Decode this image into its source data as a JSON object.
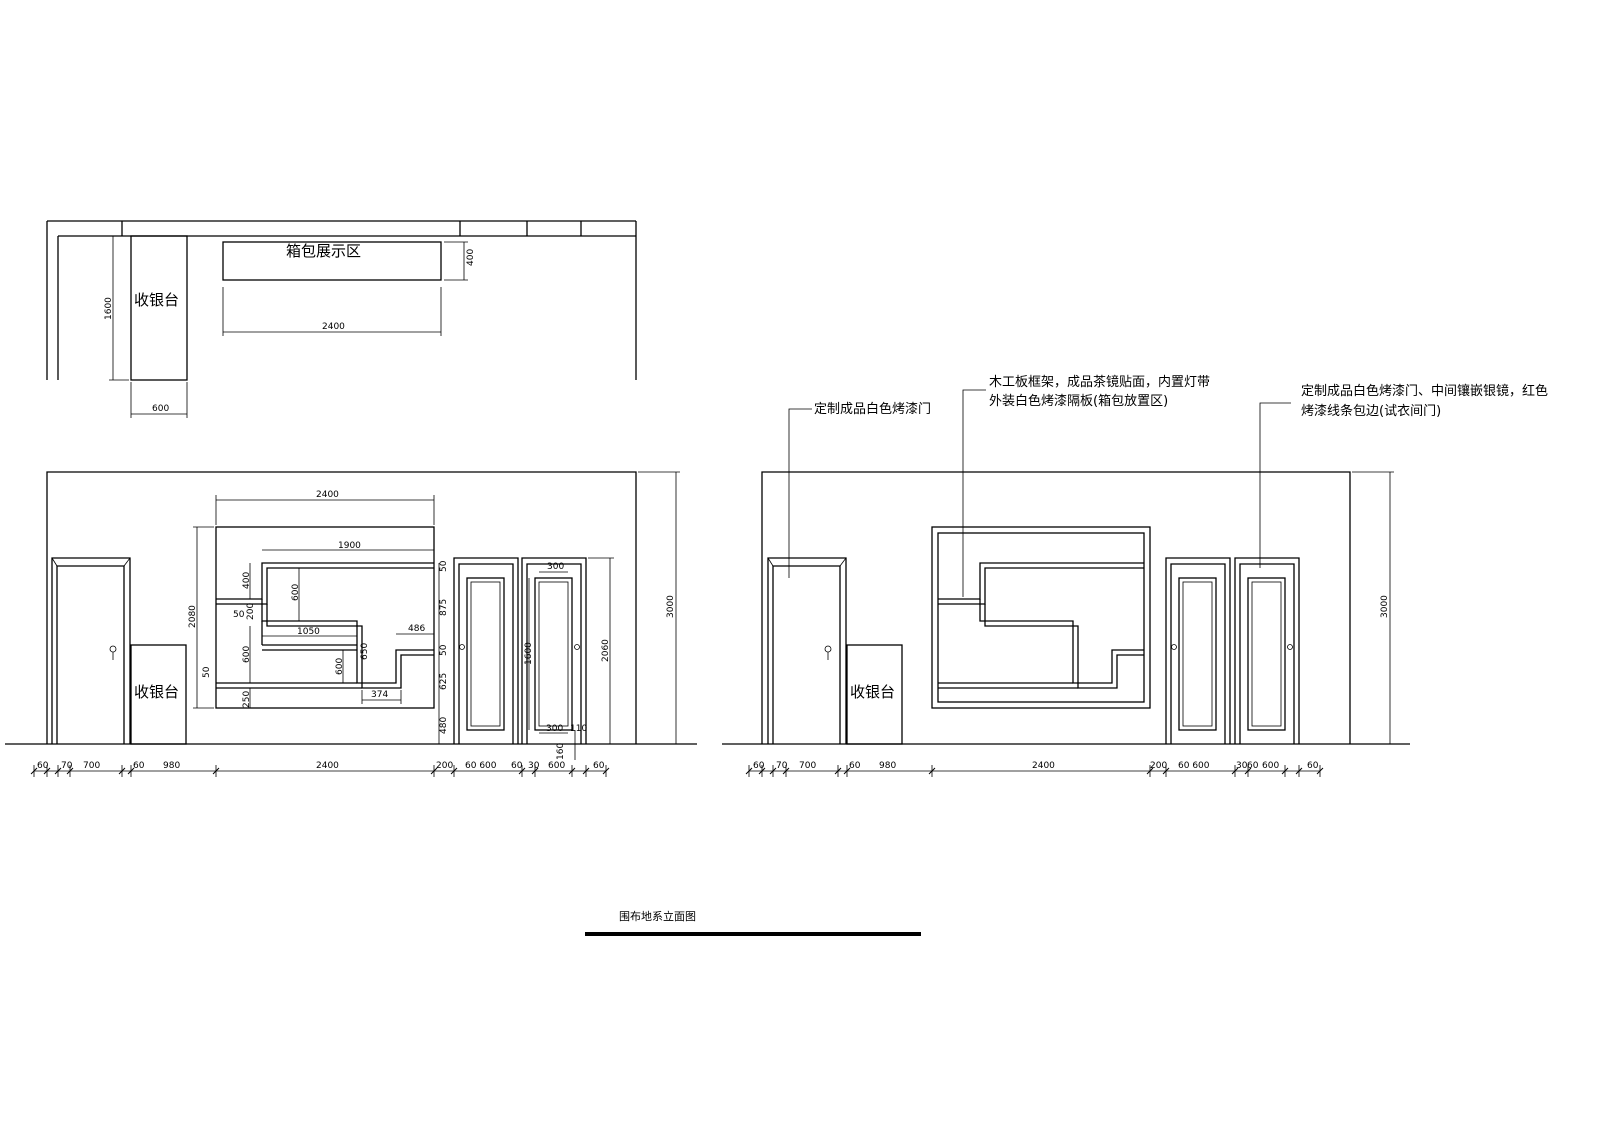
{
  "plan": {
    "cashier_label": "收银台",
    "display_zone_label": "箱包展示区",
    "dim_height": "1600",
    "dim_width_display": "2400",
    "dim_depth_display": "400",
    "dim_width_cashier": "600"
  },
  "elev_left": {
    "cashier_label": "收银台",
    "total_height": "3000",
    "door_height": "2060",
    "shelf_height": "2080",
    "shelf_width_top": "2400",
    "shelf_inner_width": "1900",
    "dims": {
      "d400": "400",
      "d600a": "600",
      "d50a": "50",
      "d200": "200",
      "d1050": "1050",
      "d486": "486",
      "d650": "650",
      "d600b": "600",
      "d600c": "600",
      "d50b": "50",
      "d250": "250",
      "d374": "374",
      "d875": "875",
      "d625": "625",
      "d480": "480",
      "d50c": "50",
      "d50d": "50",
      "d1600": "1600",
      "d300a": "300",
      "d300b": "300",
      "d160": "160",
      "d110": "110"
    },
    "bottom_dims": [
      "60",
      "70",
      "700",
      "60",
      "980",
      "2400",
      "200",
      "60 600",
      "60",
      "30",
      "600",
      "60"
    ]
  },
  "elev_right": {
    "cashier_label": "收银台",
    "total_height": "3000",
    "bottom_dims": [
      "60",
      "70",
      "700",
      "60",
      "980",
      "2400",
      "200",
      "60 600",
      "30",
      "60",
      "600",
      "60"
    ],
    "note_door": "定制成品白色烤漆门",
    "note_shelf_line1": "木工板框架，成品茶镜贴面，内置灯带",
    "note_shelf_line2": "外装白色烤漆隔板(箱包放置区)",
    "note_mirror_door_line1": "定制成品白色烤漆门、中间镶嵌银镜，红色",
    "note_mirror_door_line2": "烤漆线条包边(试衣间门)"
  },
  "title_block": {
    "title": "围布地系立面图"
  }
}
